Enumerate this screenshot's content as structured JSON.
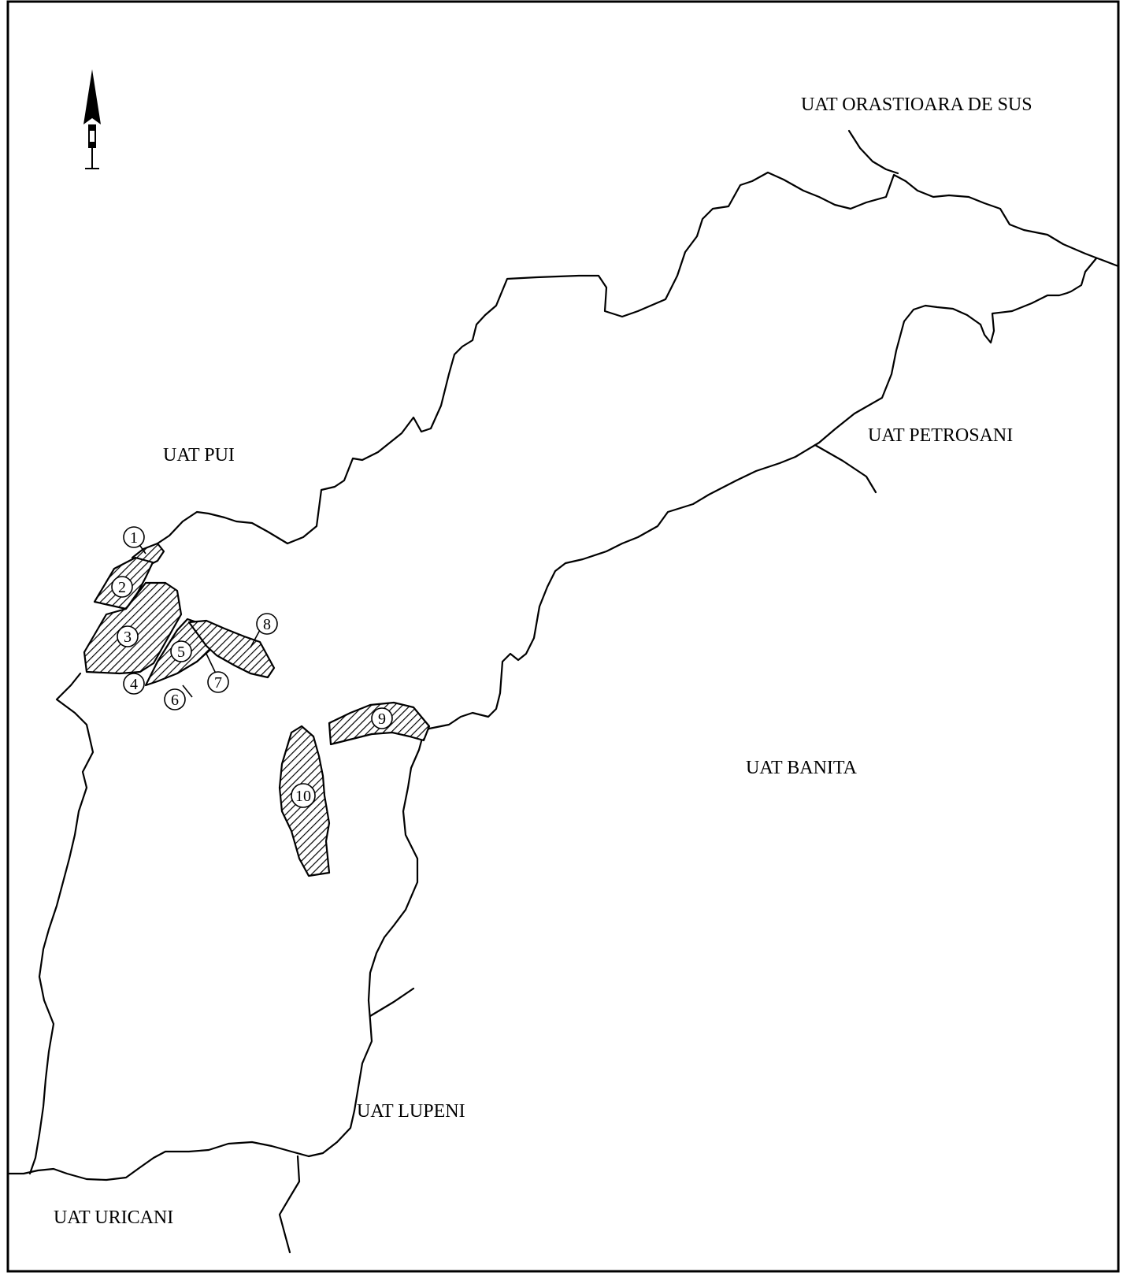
{
  "regions": {
    "orastioara": "UAT ORASTIOARA DE SUS",
    "pui": "UAT PUI",
    "petrosani": "UAT PETROSANI",
    "banita": "UAT BANITA",
    "lupeni": "UAT LUPENI",
    "uricani": "UAT URICANI"
  },
  "markers": [
    "1",
    "2",
    "3",
    "4",
    "5",
    "6",
    "7",
    "8",
    "9",
    "10"
  ],
  "north_arrow_icon": "north-arrow-icon",
  "line_color": "#000000"
}
